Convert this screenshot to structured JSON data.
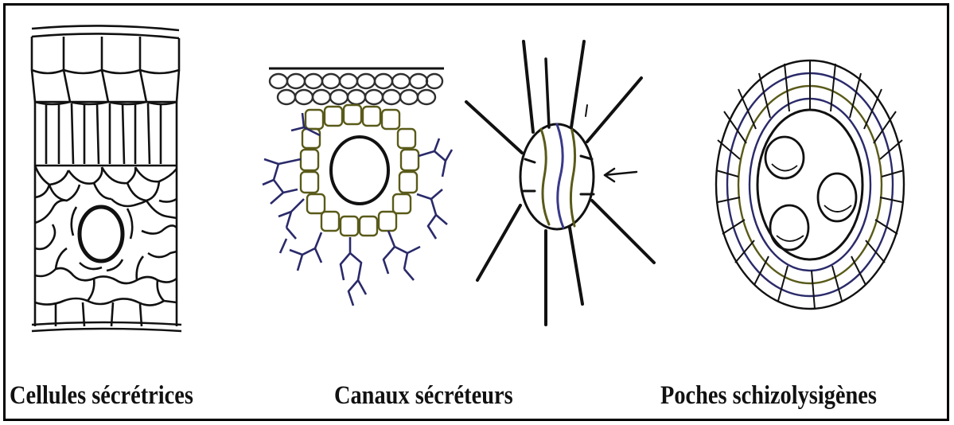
{
  "captions": {
    "cellules": "Cellules sécrétrices",
    "canaux": "Canaux sécréteurs",
    "poches": "Poches schizolysigènes"
  },
  "colors": {
    "ink": "#111111",
    "tint_yellow": "#8a8a2a",
    "tint_blue": "#3a3a8a"
  }
}
